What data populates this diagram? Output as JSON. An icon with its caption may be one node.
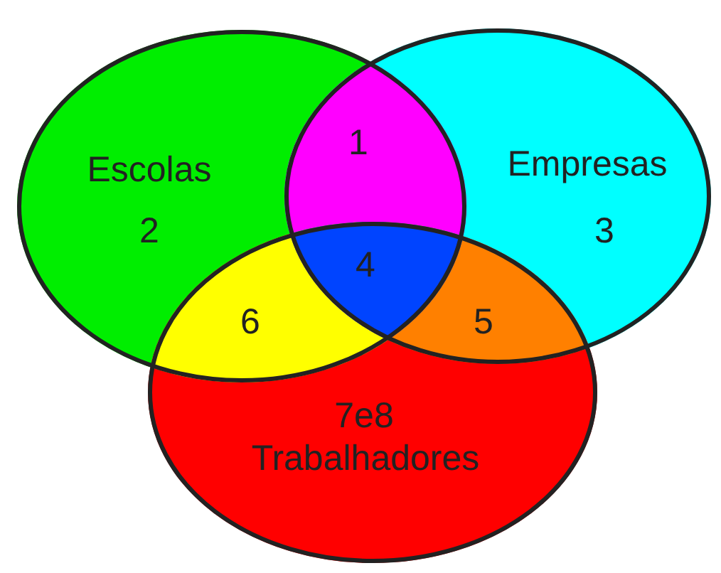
{
  "diagram": {
    "nodes": [
      {
        "text": [
          "Escolas",
          "2"
        ]
      },
      {
        "text": [
          "Empresas",
          "3"
        ]
      },
      {
        "text": [
          "7e8",
          "Trabalhadores"
        ]
      }
    ],
    "edges": [],
    "labels": [
      "1",
      "4",
      "6",
      "5"
    ]
  }
}
